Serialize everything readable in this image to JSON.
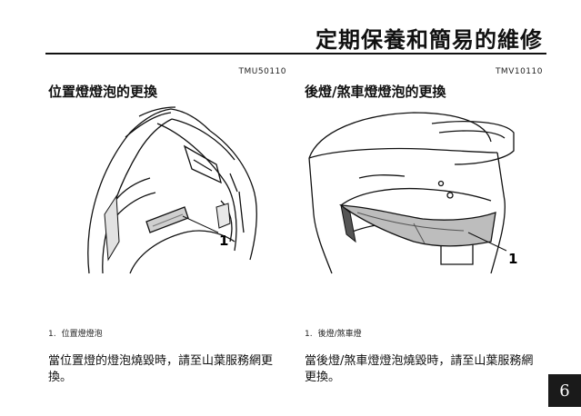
{
  "header": {
    "title": "定期保養和簡易的維修"
  },
  "left_section": {
    "ref_code": "TMU50110",
    "heading": "位置燈燈泡的更換",
    "callout_number": "1",
    "caption_number": "1.",
    "caption_text": "位置燈燈泡",
    "body": "當位置燈的燈泡燒毀時，請至山葉服務網更換。"
  },
  "right_section": {
    "ref_code": "TMV10110",
    "heading": "後燈/煞車燈燈泡的更換",
    "callout_number": "1",
    "caption_number": "1.",
    "caption_text": "後燈/煞車燈",
    "body": "當後燈/煞車燈燈泡燒毀時，請至山葉服務網更換。"
  },
  "footer": {
    "page_number": "6"
  }
}
